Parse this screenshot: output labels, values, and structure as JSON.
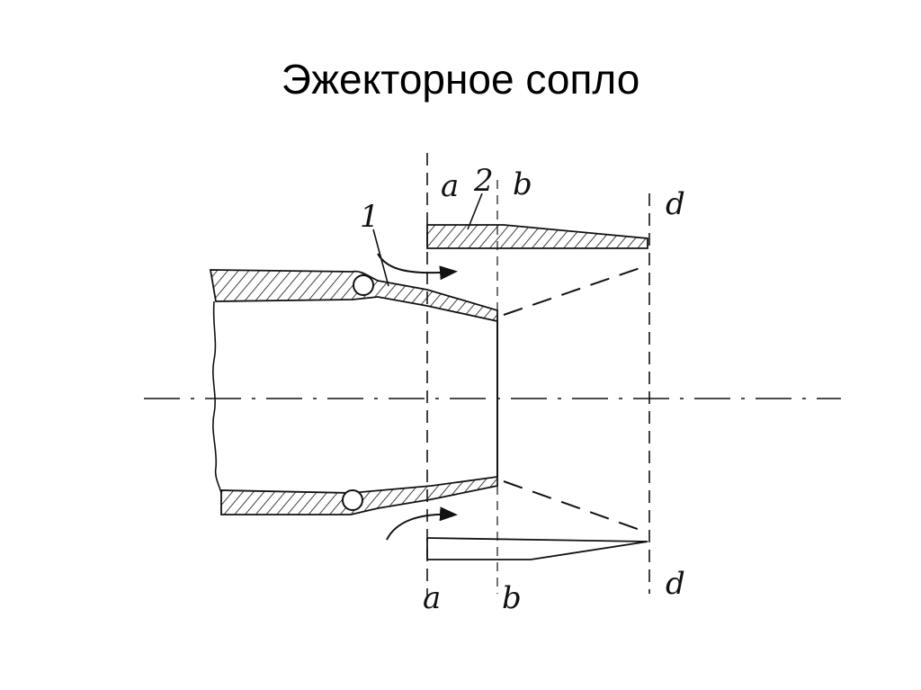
{
  "title": "Эжекторное сопло",
  "labels": {
    "a": "a",
    "b": "b",
    "d": "d",
    "part_1": "1",
    "part_2": "2"
  },
  "colors": {
    "ink": "#111111",
    "background": "#ffffff"
  }
}
